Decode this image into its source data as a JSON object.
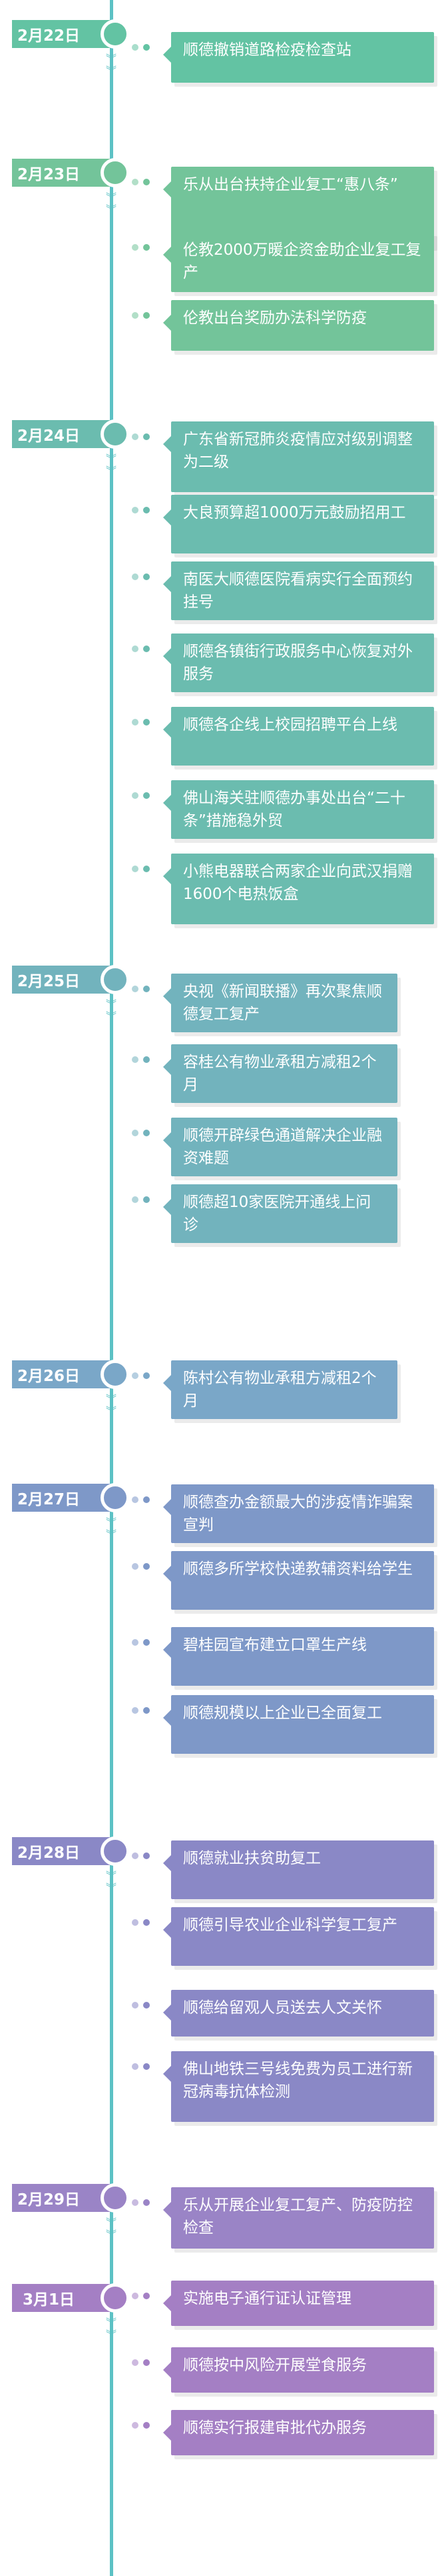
{
  "timeline": [
    {
      "date": "2月22日",
      "color": "#63c3a3",
      "items": [
        "顺德撤销道路检疫检查站"
      ]
    },
    {
      "date": "2月23日",
      "color": "#73c49a",
      "items": [
        "乐从出台扶持企业复工“惠八条”",
        "伦教2000万暖企资金助企业复工复产",
        "伦教出台奖励办法科学防疫"
      ]
    },
    {
      "date": "2月24日",
      "color": "#6bbcaf",
      "items": [
        "广东省新冠肺炎疫情应对级别调整为二级",
        "大良预算超1000万元鼓励招用工",
        "南医大顺德医院看病实行全面预约挂号",
        "顺德各镇街行政服务中心恢复对外服务",
        "顺德各企线上校园招聘平台上线",
        "佛山海关驻顺德办事处出台“二十条”措施稳外贸",
        "小熊电器联合两家企业向武汉捐赠1600个电热饭盒"
      ]
    },
    {
      "date": "2月25日",
      "color": "#72b3bd",
      "items": [
        "央视《新闻联播》再次聚焦顺德复工复产",
        "容桂公有物业承租方减租2个月",
        "顺德开辟绿色通道解决企业融资难题",
        "顺德超10家医院开通线上问诊"
      ]
    },
    {
      "date": "2月26日",
      "color": "#7aa7c8",
      "items": [
        "陈村公有物业承租方减租2个月"
      ]
    },
    {
      "date": "2月27日",
      "color": "#7e98c8",
      "items": [
        "顺德查办金额最大的涉疫情诈骗案宣判",
        "顺德多所学校快递教辅资料给学生",
        "碧桂园宣布建立口罩生产线",
        "顺德规模以上企业已全面复工"
      ]
    },
    {
      "date": "2月28日",
      "color": "#8a88c6",
      "items": [
        "顺德就业扶贫助复工",
        "顺德引导农业企业科学复工复产",
        "顺德给留观人员送去人文关怀",
        "佛山地铁三号线免费为员工进行新冠病毒抗体检测"
      ]
    },
    {
      "date": "2月29日",
      "color": "#9a84c6",
      "items": [
        "乐从开展企业复工复产、防疫防控检查"
      ]
    },
    {
      "date": "3月1日",
      "color": "#a47fc4",
      "items": [
        "实施电子通行证认证管理",
        "顺德按中风险开展堂食服务",
        "顺德实行报建审批代办服务"
      ]
    }
  ]
}
